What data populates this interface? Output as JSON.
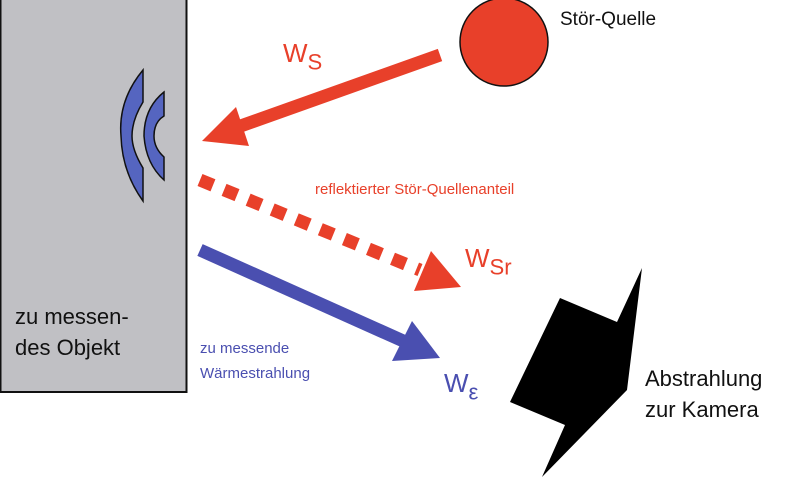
{
  "colors": {
    "disturbance": "#e8402a",
    "emission": "#4a4fb0",
    "object": "#c0c0c4",
    "camera": "#000000"
  },
  "object": {
    "label_line1": "zu messen-",
    "label_line2": "des Objekt"
  },
  "source": {
    "label": "Stör-Quelle"
  },
  "incident": {
    "symbol": "W",
    "subscript": "S"
  },
  "reflected": {
    "label": "reflektierter Stör-Quellenanteil",
    "symbol": "W",
    "subscript": "Sr"
  },
  "emitted": {
    "label_line1": "zu messende",
    "label_line2": "Wärmestrahlung",
    "symbol": "W",
    "subscript": "ε"
  },
  "camera": {
    "label_line1": "Abstrahlung",
    "label_line2": "zur Kamera"
  }
}
